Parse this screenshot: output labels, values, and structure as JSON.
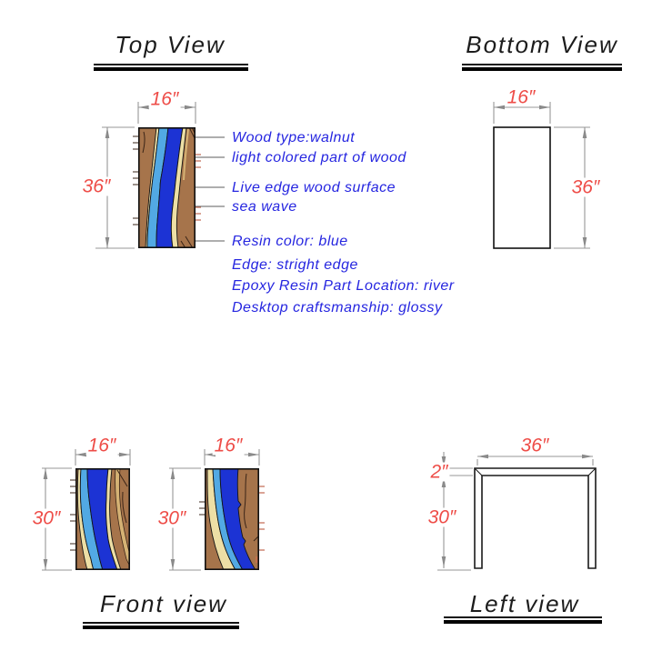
{
  "drawing": {
    "views": {
      "top": {
        "title": "Top View",
        "dims": {
          "width": "16″",
          "height": "36″"
        },
        "annotations": [
          "Wood type:walnut",
          "light colored part of wood",
          "Live edge wood surface",
          "sea wave",
          "Resin color: blue",
          "Edge: stright edge",
          "Epoxy Resin Part Location: river",
          "Desktop craftsmanship: glossy"
        ]
      },
      "bottom": {
        "title": "Bottom View",
        "dims": {
          "width": "16″",
          "height": "36″"
        }
      },
      "front": {
        "title": "Front view",
        "panels": [
          {
            "width": "16″",
            "height": "30″"
          },
          {
            "width": "16″",
            "height": "30″"
          }
        ]
      },
      "left": {
        "title": "Left view",
        "dims": {
          "width": "36″",
          "top_thickness": "2″",
          "leg_height": "30″"
        }
      }
    },
    "colors": {
      "dimension_text": "#EE4D48",
      "annotation_text": "#2626E0",
      "wood_brown": "#A6744B",
      "resin_dark_blue": "#1C33D4",
      "resin_light_blue": "#52A9E4",
      "live_edge_cream": "#EDDFA5",
      "outline": "#111111"
    }
  }
}
